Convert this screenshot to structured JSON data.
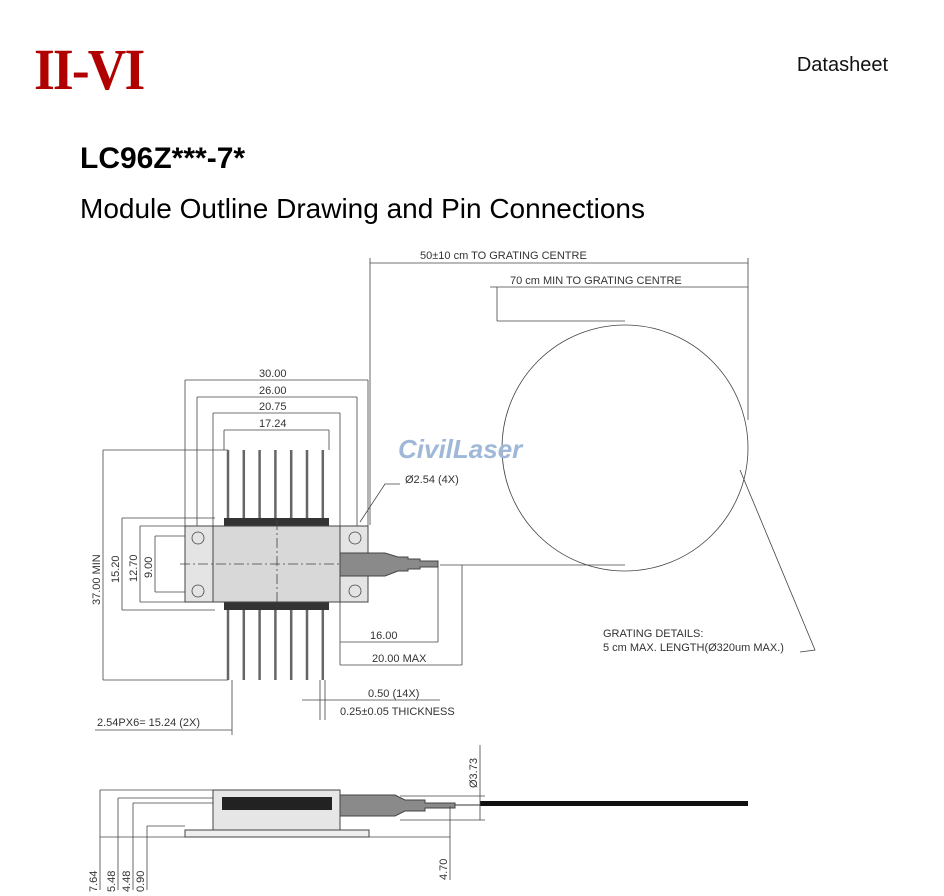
{
  "header": {
    "logo": "II-VI",
    "doc_type": "Datasheet"
  },
  "title": "LC96Z***-7*",
  "subtitle": "Module Outline Drawing and Pin Connections",
  "watermark": "CivilLaser",
  "drawing": {
    "dims": {
      "fiber_to_grating": "50±10 cm TO GRATING CENTRE",
      "fiber_min": "70 cm MIN TO GRATING CENTRE",
      "w30": "30.00",
      "w26": "26.00",
      "w2075": "20.75",
      "w1724": "17.24",
      "hole": "Ø2.54 (4X)",
      "h37": "37.00 MIN",
      "h1520": "15.20",
      "h1270": "12.70",
      "h900": "9.00",
      "l16": "16.00",
      "l20": "20.00 MAX",
      "pin_w": "0.50 (14X)",
      "pin_t": "0.25±0.05 THICKNESS",
      "pitch": "2.54PX6= 15.24 (2X)",
      "grating_title": "GRATING DETAILS:",
      "grating_detail": "5 cm MAX. LENGTH(Ø320um MAX.)",
      "s764": "7.64",
      "s548": "5.48",
      "s448": "4.48",
      "s090": "0.90",
      "s470": "4.70",
      "s373": "Ø3.73"
    }
  }
}
